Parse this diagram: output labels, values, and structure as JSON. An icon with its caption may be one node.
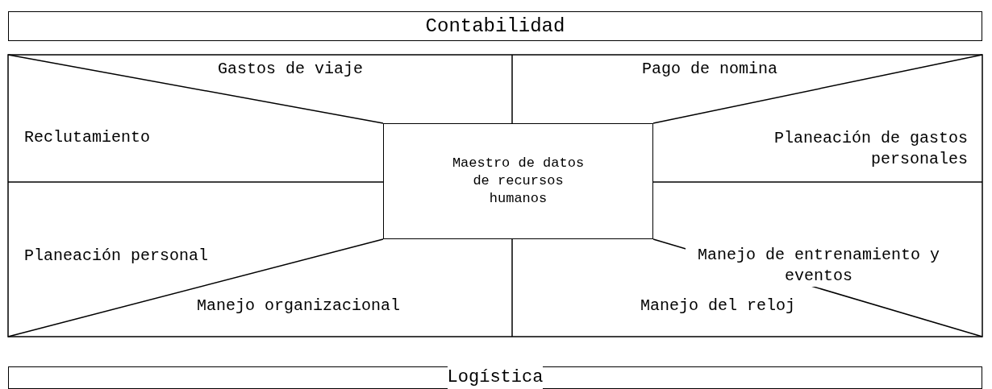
{
  "diagram": {
    "nodes": [
      {
        "text": [
          "Contabilidad"
        ]
      },
      {
        "text": [
          "Gastos de viaje"
        ]
      },
      {
        "text": [
          "Pago de nomina"
        ]
      },
      {
        "text": [
          "Reclutamiento"
        ]
      },
      {
        "text": [
          "Planeación de gastos personales"
        ]
      },
      {
        "text": [
          "Maestro de datos de recursos humanos"
        ]
      },
      {
        "text": [
          "Planeación personal"
        ]
      },
      {
        "text": [
          "Manejo de entrenamiento y eventos"
        ]
      },
      {
        "text": [
          "Manejo organizacional"
        ]
      },
      {
        "text": [
          "Manejo del reloj"
        ]
      },
      {
        "text": [
          "Logística"
        ]
      }
    ],
    "edges": []
  }
}
